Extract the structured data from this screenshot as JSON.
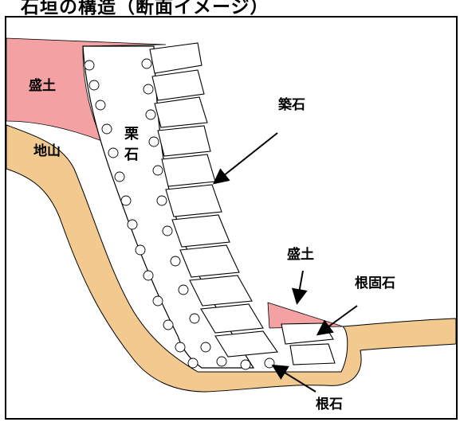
{
  "title": "石垣の構造（断面イメージ）",
  "labels": {
    "morido_top": "盛土",
    "jiyama": "地山",
    "kuriishi": "栗石",
    "tsukiishi": "築石",
    "morido_bottom": "盛土",
    "negatameishi": "根固石",
    "neishi": "根石"
  },
  "colors": {
    "fill_soil": "#f2c98e",
    "embankment": "#f3a1a2",
    "stone_fill": "#ffffff",
    "outline": "#000000"
  }
}
